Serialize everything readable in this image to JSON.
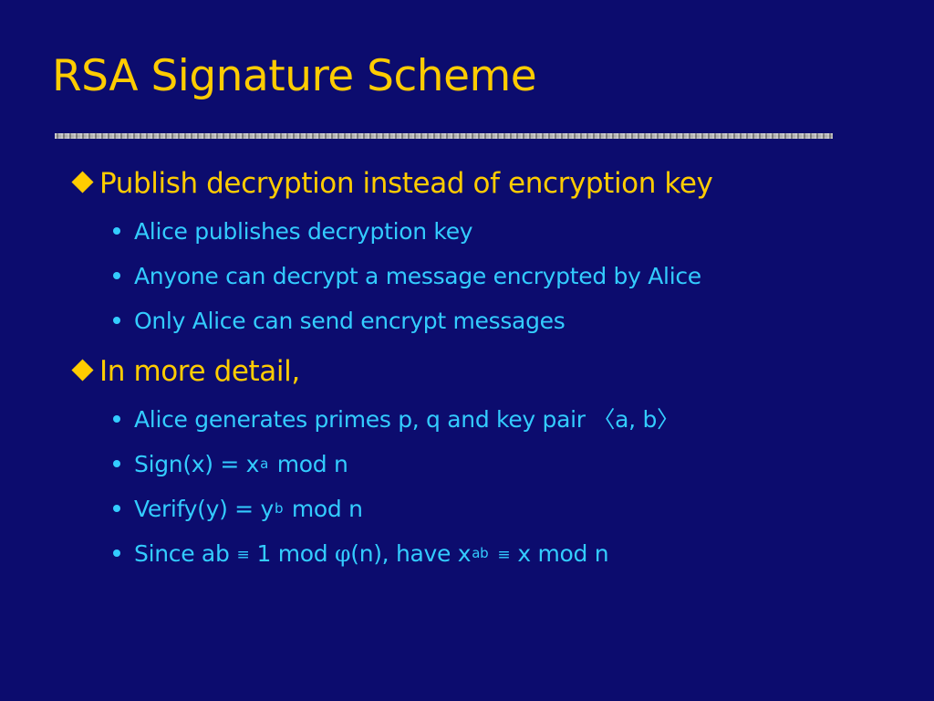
{
  "slide": {
    "title": "RSA Signature Scheme",
    "sections": [
      {
        "heading": "Publish decryption instead of encryption key",
        "items": [
          "Alice publishes decryption key",
          "Anyone can decrypt a message encrypted by Alice",
          "Only Alice can send encrypt messages"
        ]
      },
      {
        "heading": "In more detail,",
        "items": [
          {
            "pre": "Alice generates primes p, q and key pair ",
            "lang": "〈",
            "mid": "a, b",
            "rang": "〉"
          },
          {
            "pre": "Sign(x) = x",
            "sup": "a",
            "post": " mod n"
          },
          {
            "pre": "Verify(y) = y",
            "sup": "b",
            "post": " mod n"
          },
          {
            "p1": "Since ab",
            "eq1": "≡",
            "p2": "1 mod ",
            "phi": "φ",
            "p3": "(n), have x",
            "sup": "ab",
            "eq2": "≡",
            "p4": "x mod n"
          }
        ]
      }
    ],
    "colors": {
      "background": "#0c0c6e",
      "title": "#ffcc00",
      "level1": "#ffcc00",
      "level2": "#33ccff",
      "rule": "#b0b0b0"
    },
    "bullet_icons": {
      "level1": "diamond-bullet-icon",
      "level2": "dot-bullet-icon"
    }
  }
}
